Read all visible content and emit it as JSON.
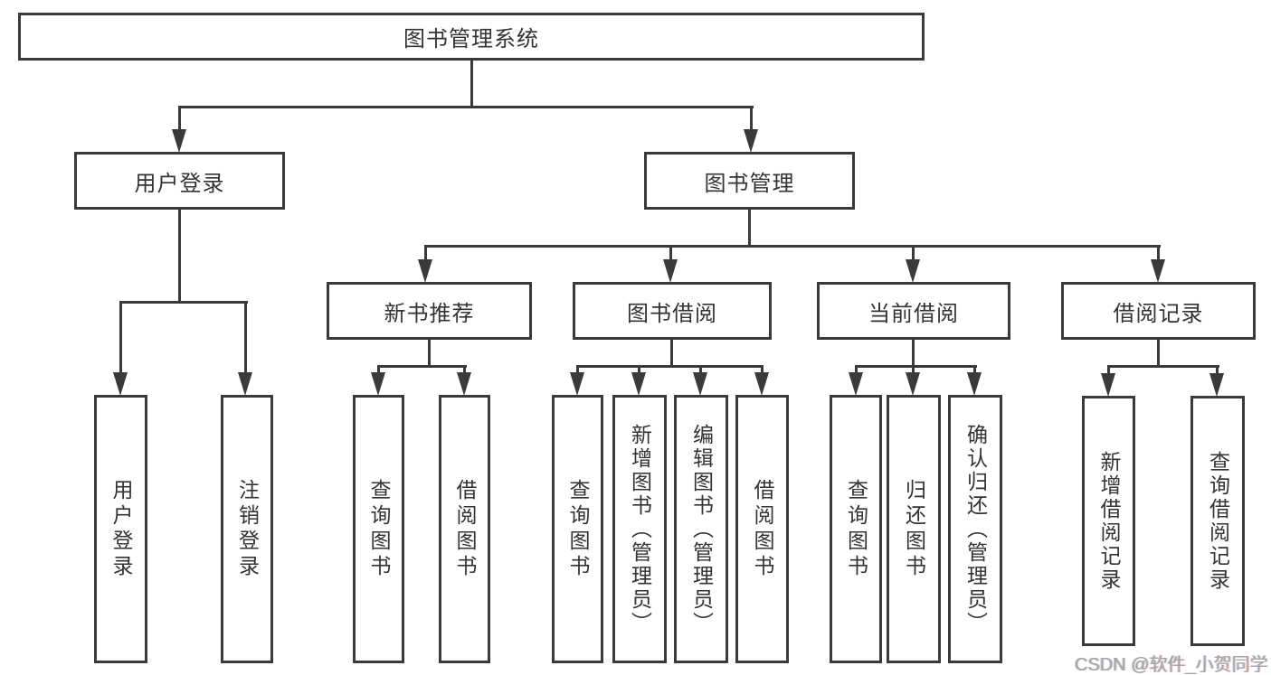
{
  "colors": {
    "line": "#3a3a3a",
    "text": "#333333",
    "background": "#ffffff",
    "watermark": "#a6a6a6"
  },
  "watermark": {
    "text": "CSDN @软件_小贺同学"
  },
  "nodes": {
    "root": {
      "label": "图书管理系统"
    },
    "userLogin": {
      "label": "用户登录"
    },
    "bookMgmt": {
      "label": "图书管理"
    },
    "newBookRec": {
      "label": "新书推荐"
    },
    "bookBorrow": {
      "label": "图书借阅"
    },
    "currentBorrow": {
      "label": "当前借阅"
    },
    "borrowRecord": {
      "label": "借阅记录"
    },
    "lUserLogin": {
      "label": "用户登录"
    },
    "lLogout": {
      "label": "注销登录"
    },
    "lNbQuery": {
      "label": "查询图书"
    },
    "lNbBorrow": {
      "label": "借阅图书"
    },
    "lBbQuery": {
      "label": "查询图书"
    },
    "lBbAdd": {
      "label": "新增图书（管理员）"
    },
    "lBbEdit": {
      "label": "编辑图书（管理员）"
    },
    "lBbBorrow": {
      "label": "借阅图书"
    },
    "lCbQuery": {
      "label": "查询图书"
    },
    "lCbReturn": {
      "label": "归还图书"
    },
    "lCbConfirm": {
      "label": "确认归还（管理员）"
    },
    "lBrAdd": {
      "label": "新增借阅记录"
    },
    "lBrQuery": {
      "label": "查询借阅记录"
    }
  },
  "hierarchy": [
    {
      "parent": "图书管理系统",
      "children": [
        "用户登录",
        "图书管理"
      ]
    },
    {
      "parent": "用户登录",
      "children": [
        "用户登录",
        "注销登录"
      ]
    },
    {
      "parent": "图书管理",
      "children": [
        "新书推荐",
        "图书借阅",
        "当前借阅",
        "借阅记录"
      ]
    },
    {
      "parent": "新书推荐",
      "children": [
        "查询图书",
        "借阅图书"
      ]
    },
    {
      "parent": "图书借阅",
      "children": [
        "查询图书",
        "新增图书（管理员）",
        "编辑图书（管理员）",
        "借阅图书"
      ]
    },
    {
      "parent": "当前借阅",
      "children": [
        "查询图书",
        "归还图书",
        "确认归还（管理员）"
      ]
    },
    {
      "parent": "借阅记录",
      "children": [
        "新增借阅记录",
        "查询借阅记录"
      ]
    }
  ]
}
